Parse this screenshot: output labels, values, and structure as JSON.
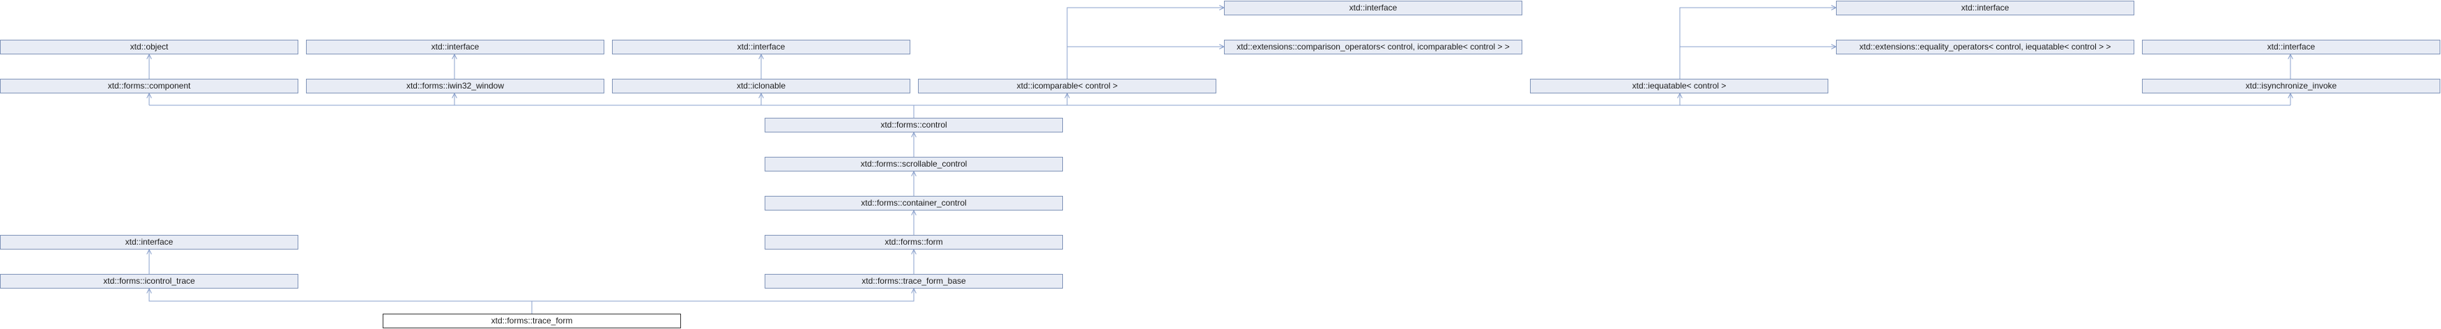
{
  "colors": {
    "node_fill": "#e8ecf5",
    "node_border": "#7f93b8",
    "edge": "#8aa0cc",
    "current_fill": "#ffffff",
    "current_border": "#333333"
  },
  "nodes": {
    "iface_row1_a": "xtd::interface",
    "ext_comparison": "xtd::extensions::comparison_operators< control, icomparable< control > >",
    "iface_row1_b": "xtd::interface",
    "ext_equality": "xtd::extensions::equality_operators< control, iequatable< control > >",
    "object": "xtd::object",
    "iface_row2_a": "xtd::interface",
    "iface_row2_b": "xtd::interface",
    "iface_row2_c": "xtd::interface",
    "component": "xtd::forms::component",
    "iwin32_window": "xtd::forms::iwin32_window",
    "iclonable": "xtd::iclonable",
    "icomparable": "xtd::icomparable< control >",
    "iequatable": "xtd::iequatable< control >",
    "isynchronize_invoke": "xtd::isynchronize_invoke",
    "control": "xtd::forms::control",
    "scrollable_control": "xtd::forms::scrollable_control",
    "container_control": "xtd::forms::container_control",
    "iface_row6": "xtd::interface",
    "form": "xtd::forms::form",
    "icontrol_trace": "xtd::forms::icontrol_trace",
    "trace_form_base": "xtd::forms::trace_form_base",
    "trace_form": "xtd::forms::trace_form"
  }
}
